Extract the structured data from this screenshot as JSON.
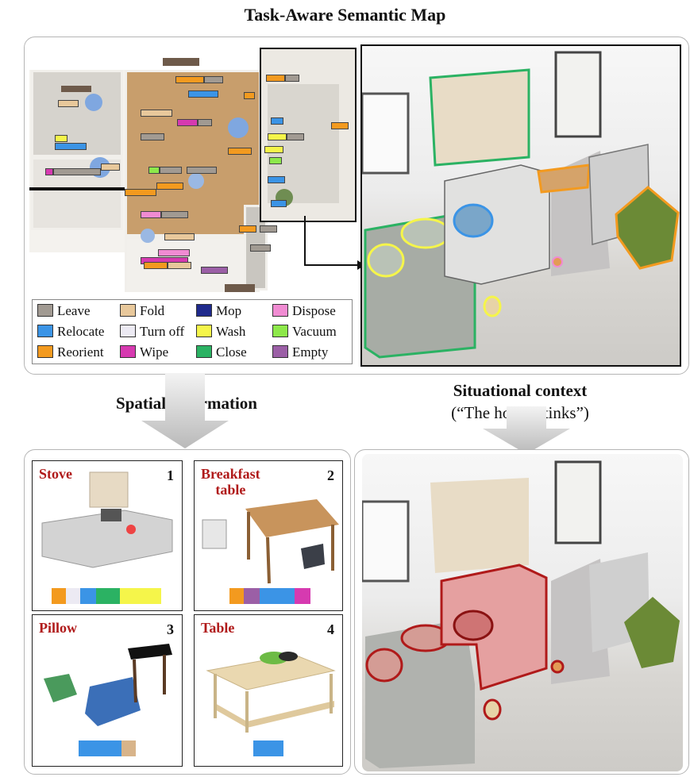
{
  "header": {
    "title": "Task-Aware Semantic Map"
  },
  "legend": {
    "items": [
      {
        "label": "Leave",
        "color": "#a19a92"
      },
      {
        "label": "Fold",
        "color": "#e8c89b"
      },
      {
        "label": "Mop",
        "color": "#1f2a8c"
      },
      {
        "label": "Dispose",
        "color": "#f08bd2"
      },
      {
        "label": "Relocate",
        "color": "#3b94e6"
      },
      {
        "label": "Turn off",
        "color": "#eceaf3"
      },
      {
        "label": "Wash",
        "color": "#f5f54a"
      },
      {
        "label": "Vacuum",
        "color": "#8de84a"
      },
      {
        "label": "Reorient",
        "color": "#f39a1f"
      },
      {
        "label": "Wipe",
        "color": "#d63ab0"
      },
      {
        "label": "Close",
        "color": "#2bb263"
      },
      {
        "label": "Empty",
        "color": "#9b5fa6"
      }
    ]
  },
  "arrows": {
    "left_label": "Spatial Information",
    "right_label": "Situational context",
    "right_sublabel": "(“The house stinks”)"
  },
  "cards": [
    {
      "name": "Stove",
      "number": "1",
      "bars": [
        "#f39a1f",
        "#eceaf3",
        "#3b94e6",
        "#2bb263",
        "#f5f54a",
        "#f5f54a"
      ]
    },
    {
      "name": "Breakfast\ntable",
      "number": "2",
      "bars": [
        "#f39a1f",
        "#9b5fa6",
        "#3b94e6",
        "#3b94e6",
        "#d63ab0"
      ]
    },
    {
      "name": "Pillow",
      "number": "3",
      "bars": [
        "#3b94e6",
        "#3b94e6",
        "#d8b48a"
      ]
    },
    {
      "name": "Table",
      "number": "4",
      "bars": [
        "#3b94e6"
      ]
    }
  ]
}
